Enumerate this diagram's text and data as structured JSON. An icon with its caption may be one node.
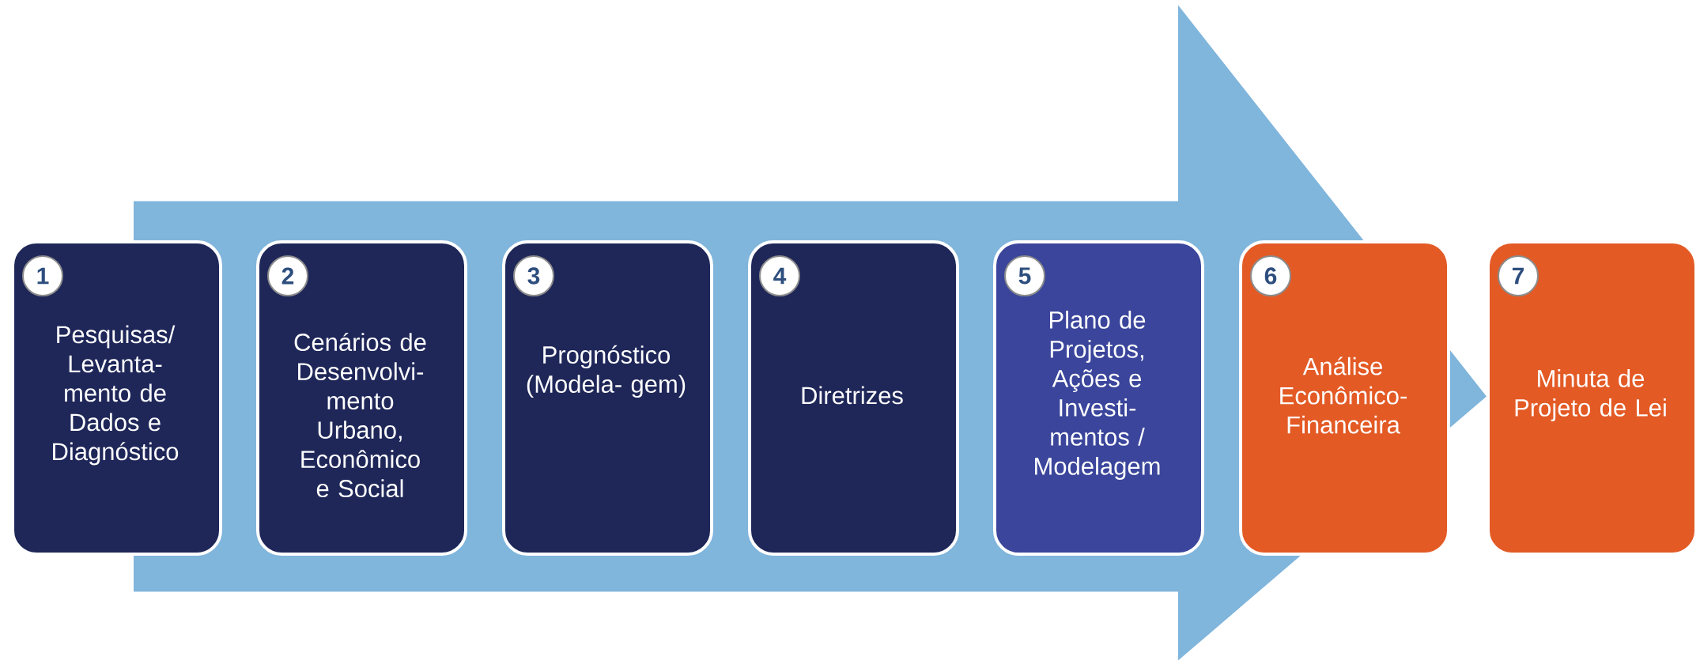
{
  "diagram": {
    "nodes": [
      {
        "text": [
          "1",
          "Pesquisas/ Levanta- mento de Dados  e Diagnóstico"
        ]
      },
      {
        "text": [
          "2",
          "Cenários de Desenvolvi- mento Urbano, Econômico e Social"
        ]
      },
      {
        "text": [
          "3",
          "Prognóstico (Modela- gem)"
        ]
      },
      {
        "text": [
          "4",
          "Diretrizes"
        ]
      },
      {
        "text": [
          "5",
          "Plano de Projetos, Ações e Investi- mentos / Modelagem"
        ]
      },
      {
        "text": [
          "6",
          "Análise Econômico- Financeira"
        ]
      },
      {
        "text": [
          "7",
          "Minuta de Projeto de Lei"
        ]
      }
    ],
    "edges": [
      {
        "from": 0,
        "to": 6,
        "arrow": "to"
      }
    ]
  }
}
